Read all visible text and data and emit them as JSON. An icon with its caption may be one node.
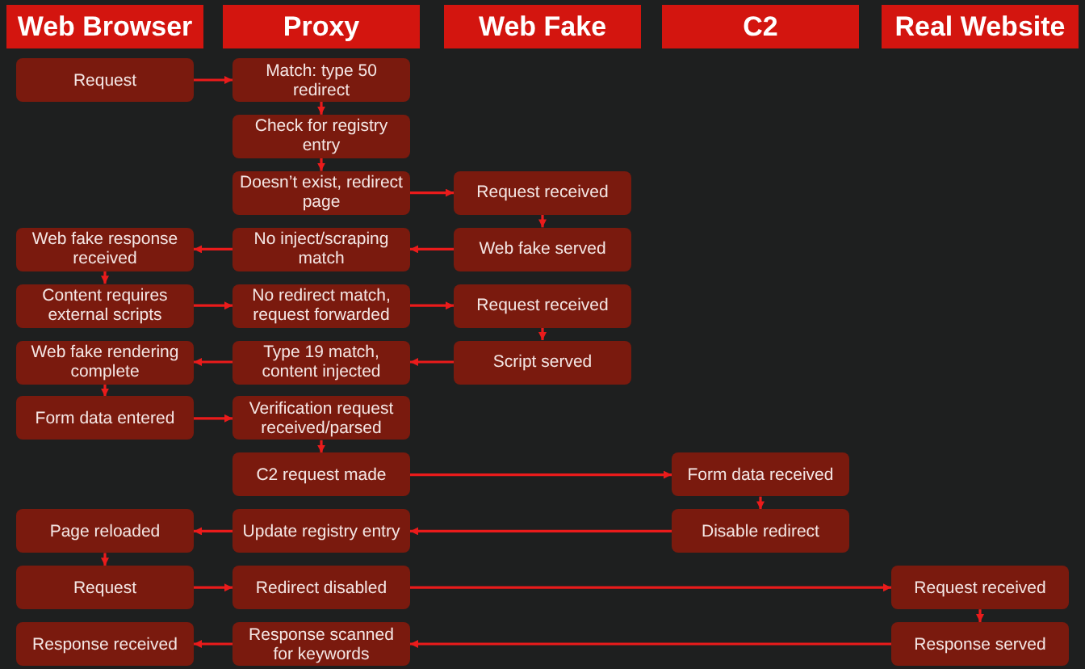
{
  "diagram": {
    "nodes": [
      {
        "text": [
          "Web Browser"
        ]
      },
      {
        "text": [
          "Proxy"
        ]
      },
      {
        "text": [
          "Web Fake"
        ]
      },
      {
        "text": [
          "C2"
        ]
      },
      {
        "text": [
          "Real Website"
        ]
      },
      {
        "text": [
          "Request"
        ]
      },
      {
        "text": [
          "Match: type 50 redirect"
        ]
      },
      {
        "text": [
          "Check for registry entry"
        ]
      },
      {
        "text": [
          "Doesn’t exist, redirect page"
        ]
      },
      {
        "text": [
          "Request received"
        ]
      },
      {
        "text": [
          "Web fake response received"
        ]
      },
      {
        "text": [
          "No inject/scraping match"
        ]
      },
      {
        "text": [
          "Web fake served"
        ]
      },
      {
        "text": [
          "Content requires external scripts"
        ]
      },
      {
        "text": [
          "No redirect match, request forwarded"
        ]
      },
      {
        "text": [
          "Request received"
        ]
      },
      {
        "text": [
          "Web fake rendering complete"
        ]
      },
      {
        "text": [
          "Type 19 match, content injected"
        ]
      },
      {
        "text": [
          "Script served"
        ]
      },
      {
        "text": [
          "Form data entered"
        ]
      },
      {
        "text": [
          "Verification request received/parsed"
        ]
      },
      {
        "text": [
          "C2 request made"
        ]
      },
      {
        "text": [
          "Form data received"
        ]
      },
      {
        "text": [
          "Page reloaded"
        ]
      },
      {
        "text": [
          "Update registry entry"
        ]
      },
      {
        "text": [
          "Disable redirect"
        ]
      },
      {
        "text": [
          "Request"
        ]
      },
      {
        "text": [
          "Redirect disabled"
        ]
      },
      {
        "text": [
          "Request received"
        ]
      },
      {
        "text": [
          "Response received"
        ]
      },
      {
        "text": [
          "Response scanned for keywords"
        ]
      },
      {
        "text": [
          "Response served"
        ]
      }
    ],
    "edges": [
      {
        "from": 5,
        "to": 6,
        "arrow": "to"
      },
      {
        "from": 6,
        "to": 7,
        "arrow": "to"
      },
      {
        "from": 7,
        "to": 8,
        "arrow": "to"
      },
      {
        "from": 8,
        "to": 9,
        "arrow": "to"
      },
      {
        "from": 9,
        "to": 12,
        "arrow": "to"
      },
      {
        "from": 12,
        "to": 11,
        "arrow": "to"
      },
      {
        "from": 11,
        "to": 10,
        "arrow": "to"
      },
      {
        "from": 10,
        "to": 13,
        "arrow": "to"
      },
      {
        "from": 13,
        "to": 14,
        "arrow": "to"
      },
      {
        "from": 14,
        "to": 15,
        "arrow": "to"
      },
      {
        "from": 15,
        "to": 18,
        "arrow": "to"
      },
      {
        "from": 18,
        "to": 17,
        "arrow": "to"
      },
      {
        "from": 17,
        "to": 16,
        "arrow": "to"
      },
      {
        "from": 16,
        "to": 19,
        "arrow": "to"
      },
      {
        "from": 19,
        "to": 20,
        "arrow": "to"
      },
      {
        "from": 20,
        "to": 21,
        "arrow": "to"
      },
      {
        "from": 21,
        "to": 22,
        "arrow": "to"
      },
      {
        "from": 22,
        "to": 25,
        "arrow": "to"
      },
      {
        "from": 25,
        "to": 24,
        "arrow": "to"
      },
      {
        "from": 24,
        "to": 23,
        "arrow": "to"
      },
      {
        "from": 23,
        "to": 26,
        "arrow": "to"
      },
      {
        "from": 26,
        "to": 27,
        "arrow": "to"
      },
      {
        "from": 27,
        "to": 28,
        "arrow": "to"
      },
      {
        "from": 28,
        "to": 31,
        "arrow": "to"
      },
      {
        "from": 31,
        "to": 30,
        "arrow": "to"
      },
      {
        "from": 30,
        "to": 29,
        "arrow": "to"
      }
    ]
  }
}
